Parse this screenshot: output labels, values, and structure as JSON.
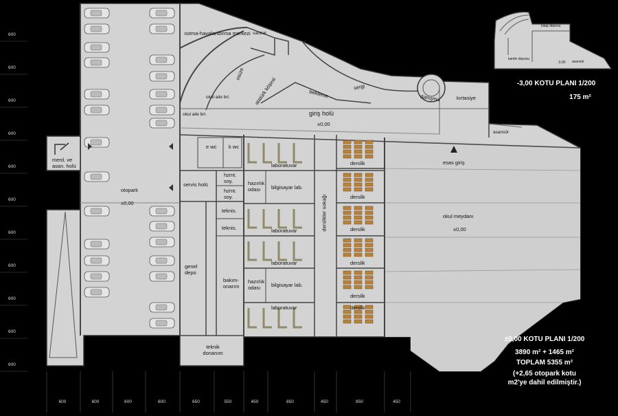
{
  "rooms": {
    "isitma": "ısıtma-havalandırma\nmerkezi",
    "santral": "santral",
    "muze": "müze",
    "ataturk": "atatürk köşesi",
    "bekleme": "bekleme",
    "sergi": "sergi",
    "danisma": "danışma",
    "kirtasiye": "kırtasiye",
    "okul_aile_1": "okul aile brl.",
    "okul_aile_2": "okul aile brl.",
    "giris_holu": "giriş holü",
    "giris_kot": "±0,00",
    "asansor": "asansör",
    "esas_giris": "esas giriş",
    "e_wc": "e wc",
    "k_wc": "k wc",
    "mrd": "merd. ve\nasan. holü",
    "servis_holu": "servis holü",
    "otopark": "otopark",
    "otopark_kot": "±0,00",
    "hzmt1": "hzmt.\nsoy.",
    "hzmt2": "hzmt.\nsoy.",
    "teknis1": "teknis.",
    "teknis2": "teknis.",
    "hazirlik1": "hazırlık\nodası",
    "hazirlik2": "hazırlık\nodası",
    "bilgisayar1": "bilgisayar lab.",
    "bilgisayar2": "bilgisayar lab.",
    "laboratuvar": [
      "laboratuvar",
      "laboratuvar",
      "laboratuvar",
      "laboratuvar"
    ],
    "derslik": [
      "derslik",
      "derslik",
      "derslik",
      "derslik",
      "derslik",
      "derslik"
    ],
    "derslikler_sokagi": "derslikler sokağı",
    "okul_meydani": "okul meydanı",
    "meydan_kot": "±0,00",
    "genel_depo": "genel\ndepo",
    "bakim": "bakım-\nonarım",
    "teknik": "teknik\ndonanım"
  },
  "inset": {
    "kitap": "kitap deposu",
    "kantin": "kantin deposu",
    "kot": "-3,00",
    "asansor": "asansör"
  },
  "captions": {
    "plan_minus3": "-3,00 KOTU PLANI 1/200",
    "area_minus3": "175 m²",
    "plan_zero": "±0,00 KOTU PLANI 1/200",
    "area1": "3890 m² + 1465 m²",
    "total": "TOPLAM 5355 m²",
    "note": "(+2,65 otopark kotu\nm2'ye dahil edilmiştir.)"
  },
  "dims_left": [
    "600",
    "600",
    "600",
    "600",
    "600",
    "600",
    "600",
    "600",
    "600",
    "600",
    "600"
  ],
  "dims_bottom": [
    "600",
    "600",
    "600",
    "600",
    "650",
    "550",
    "450",
    "850",
    "450",
    "850",
    "450"
  ]
}
